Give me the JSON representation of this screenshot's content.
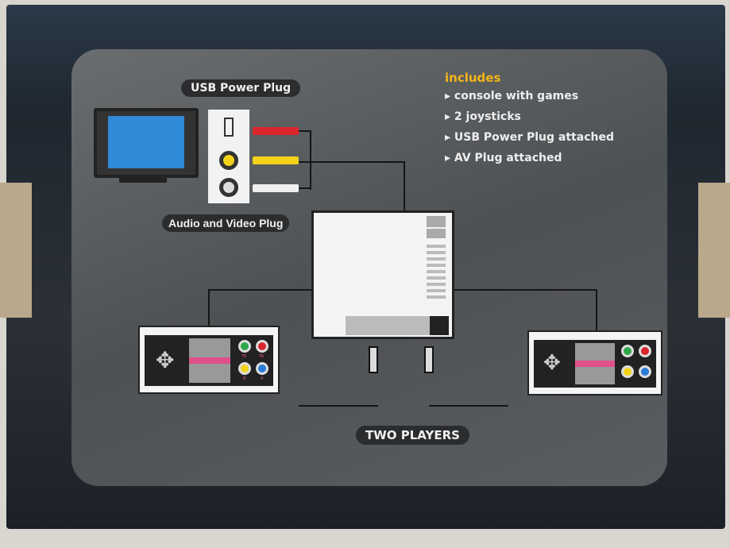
{
  "labels": {
    "usb_power_plug": "USB Power Plug",
    "audio_video_plug": "Audio and Video Plug",
    "two_players": "TWO PLAYERS"
  },
  "includes": {
    "title": "includes",
    "items": [
      "console with games",
      "2 joysticks",
      "USB Power Plug attached",
      "AV Plug attached"
    ]
  },
  "controller": {
    "buttons": [
      "TB",
      "TA",
      "B",
      "A"
    ]
  },
  "colors": {
    "tv_screen": "#2f8ad8",
    "accent_yellow": "#f2b418",
    "plug_red": "#d8262c",
    "plug_yellow": "#f3d21a",
    "plug_white": "#f0f0f0"
  }
}
